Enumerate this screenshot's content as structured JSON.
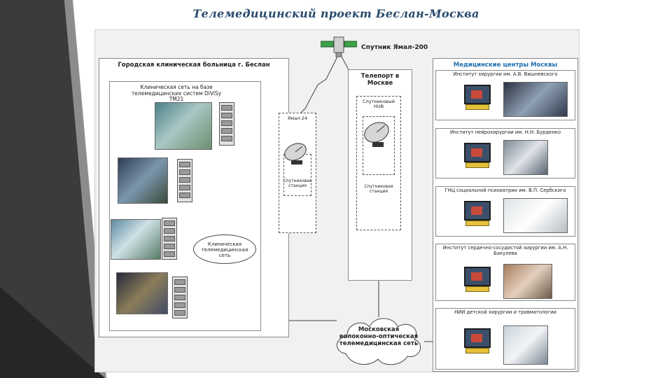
{
  "title": "Телемедицинский проект Беслан-Москва",
  "satellite": {
    "label": "Спутник Ямал-200",
    "icon": "satellite-icon"
  },
  "beslan_hospital": {
    "title": "Городская клиническая больница г. Беслан",
    "clinic_network_caption": "Клиническая сеть на базе телемедицинских систем DiViSy TM21",
    "local_network": "Клиническая телемедицинская сеть"
  },
  "ground_station_beslan": {
    "title": "Ямал-24",
    "station": "Спутниковая станция"
  },
  "teleport": {
    "title": "Телепорт в Москве",
    "hub": "Спутниковый HUB",
    "station": "Спутниковая станция"
  },
  "moscow_network": "Московская волоконно-оптическая телемедицинская сеть",
  "moscow_centers": {
    "title": "Медицинские центры Москвы",
    "items": [
      {
        "name": "Институт хирургии им. А.В. Вишневского"
      },
      {
        "name": "Институт нейрохирургии им. Н.Н. Бурденко"
      },
      {
        "name": "ГНЦ социальной психиатрии им. В.П. Сербского"
      },
      {
        "name": "Институт сердечно-сосудистой хирургии им. А.Н. Бакулева"
      },
      {
        "name": "НИИ детской хирургии и травматологии"
      }
    ]
  },
  "colors": {
    "title": "#2a4a6e",
    "slide_dark": "#3d3d3d",
    "accent_blue": "#1f6fb0"
  }
}
